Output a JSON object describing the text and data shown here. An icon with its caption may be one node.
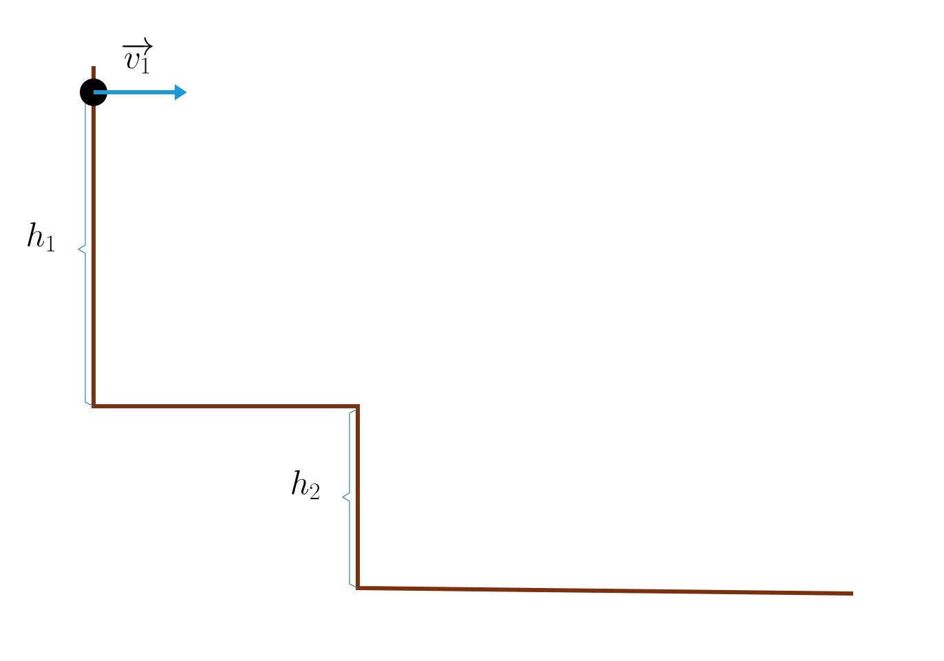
{
  "diagram": {
    "labels": [
      "\\overrightarrow{v_1}",
      "h_1",
      "h_2"
    ]
  }
}
